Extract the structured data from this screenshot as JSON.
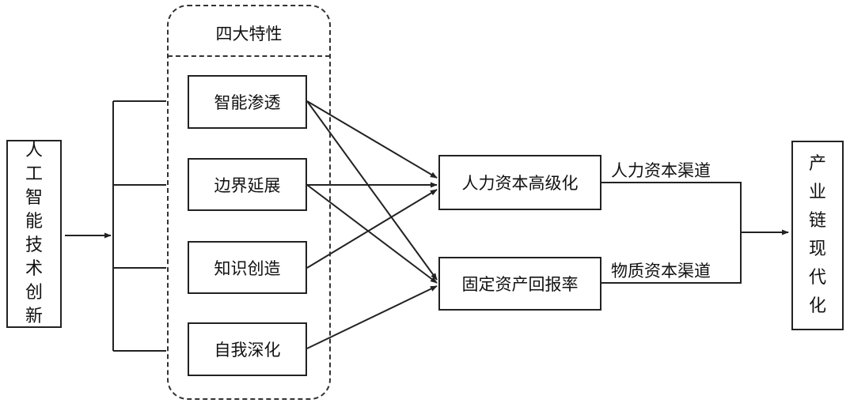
{
  "source_box": {
    "chars": [
      "人",
      "工",
      "智",
      "能",
      "技",
      "术",
      "创",
      "新"
    ]
  },
  "features_group": {
    "title": "四大特性",
    "items": [
      "智能渗透",
      "边界延展",
      "知识创造",
      "自我深化"
    ]
  },
  "mediators": {
    "upper": "人力资本高级化",
    "lower": "固定资产回报率"
  },
  "channels": {
    "upper": "人力资本渠道",
    "lower": "物质资本渠道"
  },
  "outcome_box": {
    "chars": [
      "产",
      "业",
      "链",
      "现",
      "代",
      "化"
    ]
  }
}
